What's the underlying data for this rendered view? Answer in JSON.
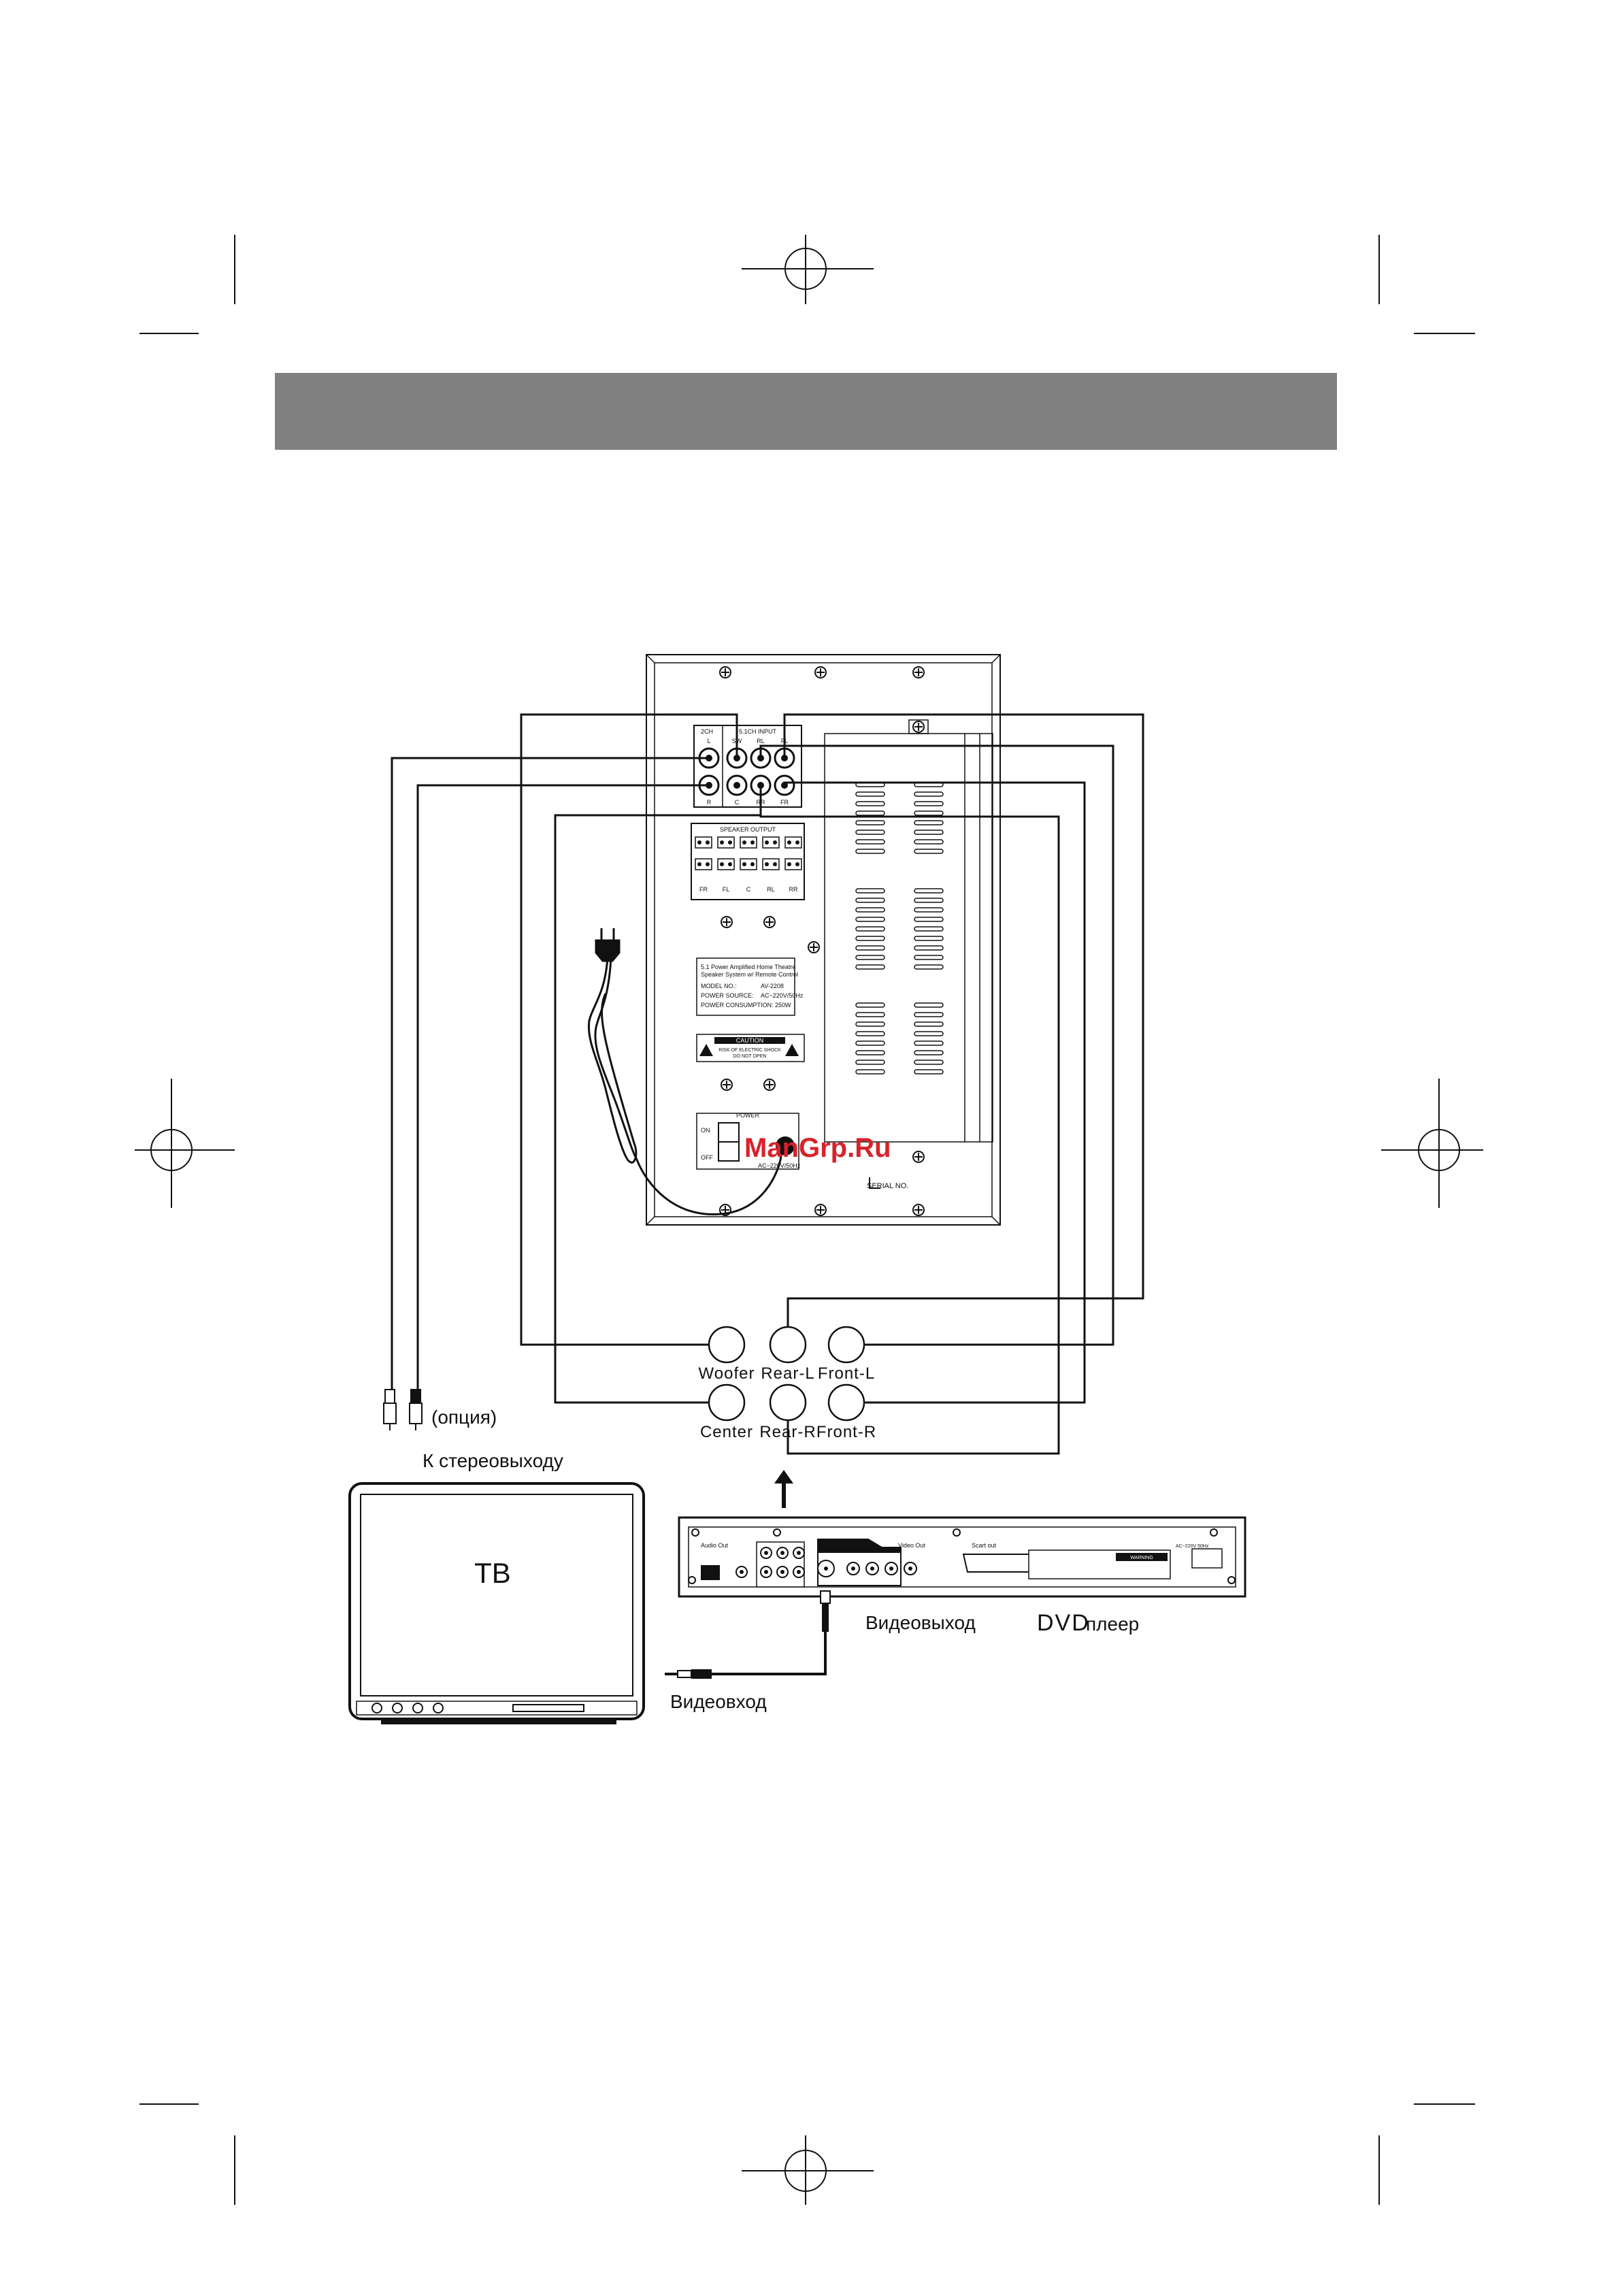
{
  "header_bar": {
    "color": "#808080",
    "title": ""
  },
  "subwoofer_panel": {
    "input_group_2ch": "2CH",
    "input_group_51": "5.1CH INPUT",
    "input_top_labels": [
      "L",
      "SW",
      "RL",
      "FL"
    ],
    "input_bottom_labels": [
      "R",
      "C",
      "RR",
      "FR"
    ],
    "speaker_output_title": "SPEAKER OUTPUT",
    "speaker_output_labels": [
      "FR",
      "FL",
      "C",
      "RL",
      "RR"
    ],
    "rating_label": {
      "line1": "5.1 Power Amplified Home Theatre",
      "line2": "Speaker System w/ Remote Control",
      "model_key": "MODEL NO.:",
      "model_val": "AV-2208",
      "source_key": "POWER SOURCE:",
      "source_val": "AC~220V/50Hz",
      "consumption": "POWER CONSUMPTION: 250W"
    },
    "caution": {
      "title": "CAUTION",
      "line1": "RISK OF ELECTRIC SHOCK",
      "line2": "DO NOT OPEN"
    },
    "power_title": "POWER",
    "power_on": "ON",
    "power_off": "OFF",
    "power_rating": "AC~220V/50Hz",
    "serial": "SERIAL NO."
  },
  "watermark": "ManGrp.Ru",
  "jacks": {
    "woofer": "Woofer",
    "rear_l": "Rear-L",
    "front_l": "Front-L",
    "center": "Center",
    "rear_r": "Rear-R",
    "front_r": "Front-R"
  },
  "labels": {
    "option": "(опция)",
    "to_stereo_out": "К стереовыходу",
    "tv": "ТВ",
    "video_out": "Видеовыход",
    "dvd": "DVD",
    "player": "плеер",
    "video_in": "Видеовход"
  },
  "dvd_panel": {
    "audio_out": "Audio Out",
    "video_out": "Video Out",
    "scart": "Scart out",
    "warning": "WARNING",
    "mains": "AC~220V 50Hz"
  }
}
